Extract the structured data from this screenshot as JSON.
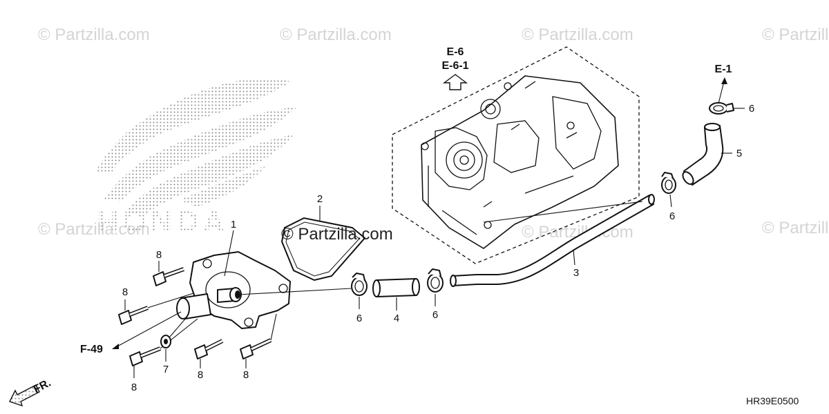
{
  "watermark": {
    "text": "© Partzilla.com",
    "center_text": "© Partzilla.com"
  },
  "logo": {
    "name": "honda-wing-logo",
    "text": "HONDA"
  },
  "references": {
    "engine_top": "E-6",
    "engine_sub": "E-6-1",
    "hose_top": "E-1",
    "left": "F-49",
    "front": "FR."
  },
  "callouts": {
    "water_pump_cover": "1",
    "gasket": "2",
    "water_pipe": "3",
    "joint_hose": "4",
    "upper_hose": "5",
    "clamp_a": "6",
    "clamp_b": "6",
    "clamp_c": "6",
    "clamp_d": "6",
    "washer": "7",
    "bolt_a": "8",
    "bolt_b": "8",
    "bolt_c": "8",
    "bolt_d": "8",
    "bolt_e": "8"
  },
  "diagram_code": "HR39E0500"
}
